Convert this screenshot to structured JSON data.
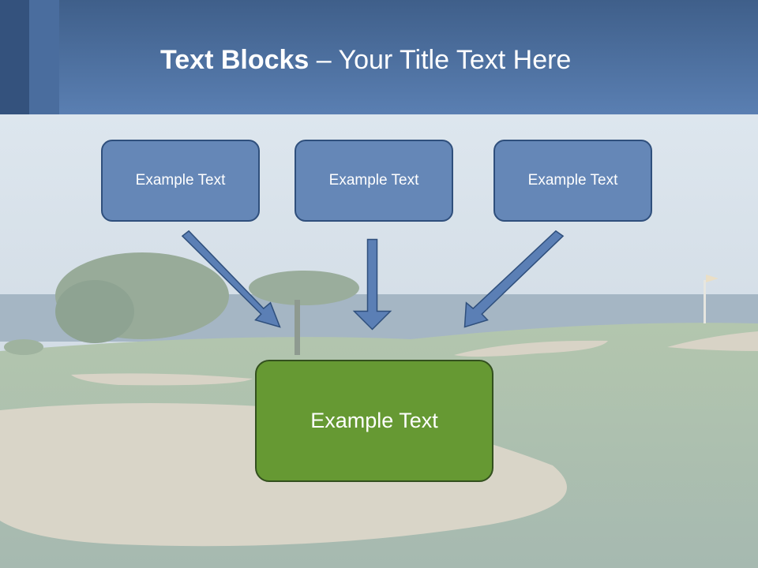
{
  "slide": {
    "title_bold": "Text Blocks",
    "title_dash": " – ",
    "title_rest": "Your Title Text Here"
  },
  "diagram": {
    "top_boxes": [
      {
        "label": "Example Text"
      },
      {
        "label": "Example Text"
      },
      {
        "label": "Example Text"
      }
    ],
    "bottom_box": {
      "label": "Example Text"
    }
  },
  "colors": {
    "header": "#5a7fb2",
    "box_fill": "#6587b7",
    "box_border": "#2f4f7c",
    "bottom_fill": "#669933",
    "arrow_fill": "#5b7fb5"
  }
}
